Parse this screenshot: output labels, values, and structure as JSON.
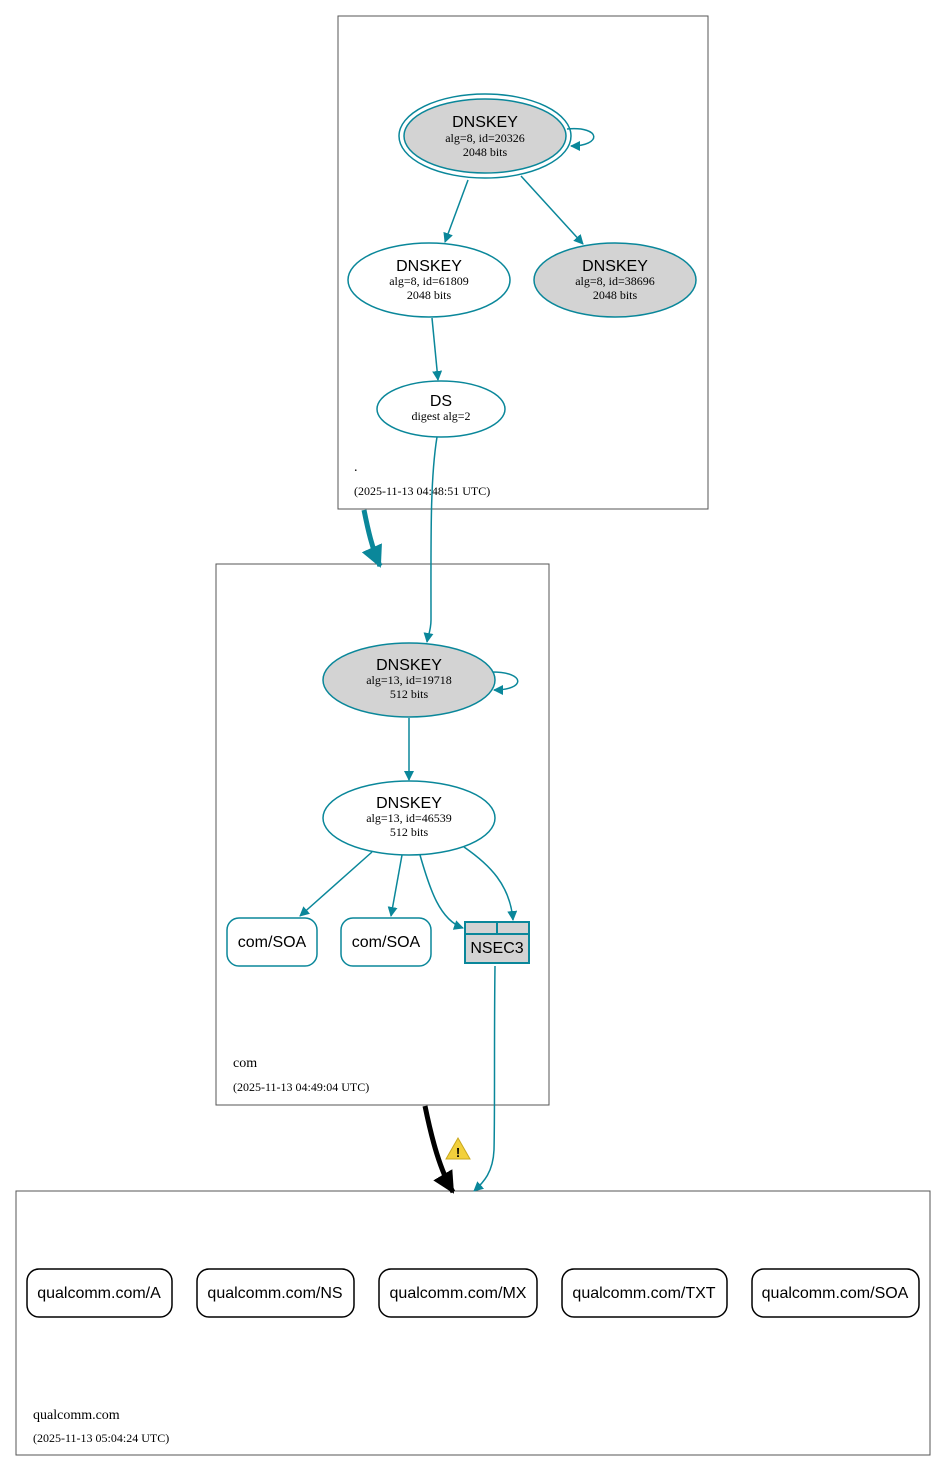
{
  "zones": {
    "root": {
      "name": ".",
      "timestamp": "(2025-11-13 04:48:51 UTC)"
    },
    "com": {
      "name": "com",
      "timestamp": "(2025-11-13 04:49:04 UTC)"
    },
    "qualcomm": {
      "name": "qualcomm.com",
      "timestamp": "(2025-11-13 05:04:24 UTC)"
    }
  },
  "nodes": {
    "root_ksk": {
      "title": "DNSKEY",
      "line1": "alg=8, id=20326",
      "line2": "2048 bits"
    },
    "root_zsk": {
      "title": "DNSKEY",
      "line1": "alg=8, id=61809",
      "line2": "2048 bits"
    },
    "root_key38696": {
      "title": "DNSKEY",
      "line1": "alg=8, id=38696",
      "line2": "2048 bits"
    },
    "root_ds": {
      "title": "DS",
      "line1": "digest alg=2"
    },
    "com_ksk": {
      "title": "DNSKEY",
      "line1": "alg=13, id=19718",
      "line2": "512 bits"
    },
    "com_zsk": {
      "title": "DNSKEY",
      "line1": "alg=13, id=46539",
      "line2": "512 bits"
    },
    "com_soa_1": {
      "label": "com/SOA"
    },
    "com_soa_2": {
      "label": "com/SOA"
    },
    "nsec3": {
      "label": "NSEC3"
    }
  },
  "records": [
    {
      "label": "qualcomm.com/A"
    },
    {
      "label": "qualcomm.com/NS"
    },
    {
      "label": "qualcomm.com/MX"
    },
    {
      "label": "qualcomm.com/TXT"
    },
    {
      "label": "qualcomm.com/SOA"
    }
  ],
  "colors": {
    "edge": "#0a879a",
    "secure_fill": "#d3d3d3",
    "border": "#555555",
    "insecure_edge": "#000000",
    "warning": "#f2d03c"
  },
  "icons": {
    "warning": "warning-icon"
  }
}
